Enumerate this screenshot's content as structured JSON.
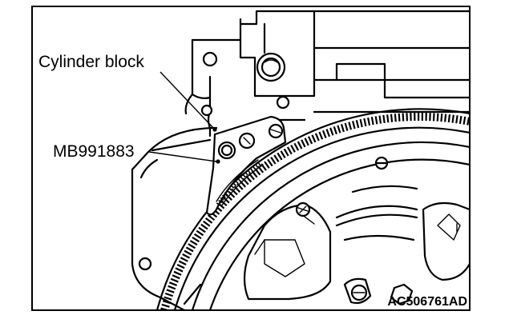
{
  "labels": {
    "cylinder_block": "Cylinder block",
    "tool": "MB991883"
  },
  "figure_code": "AC506761AD",
  "frame_color": "#000000",
  "background_color": "#ffffff"
}
